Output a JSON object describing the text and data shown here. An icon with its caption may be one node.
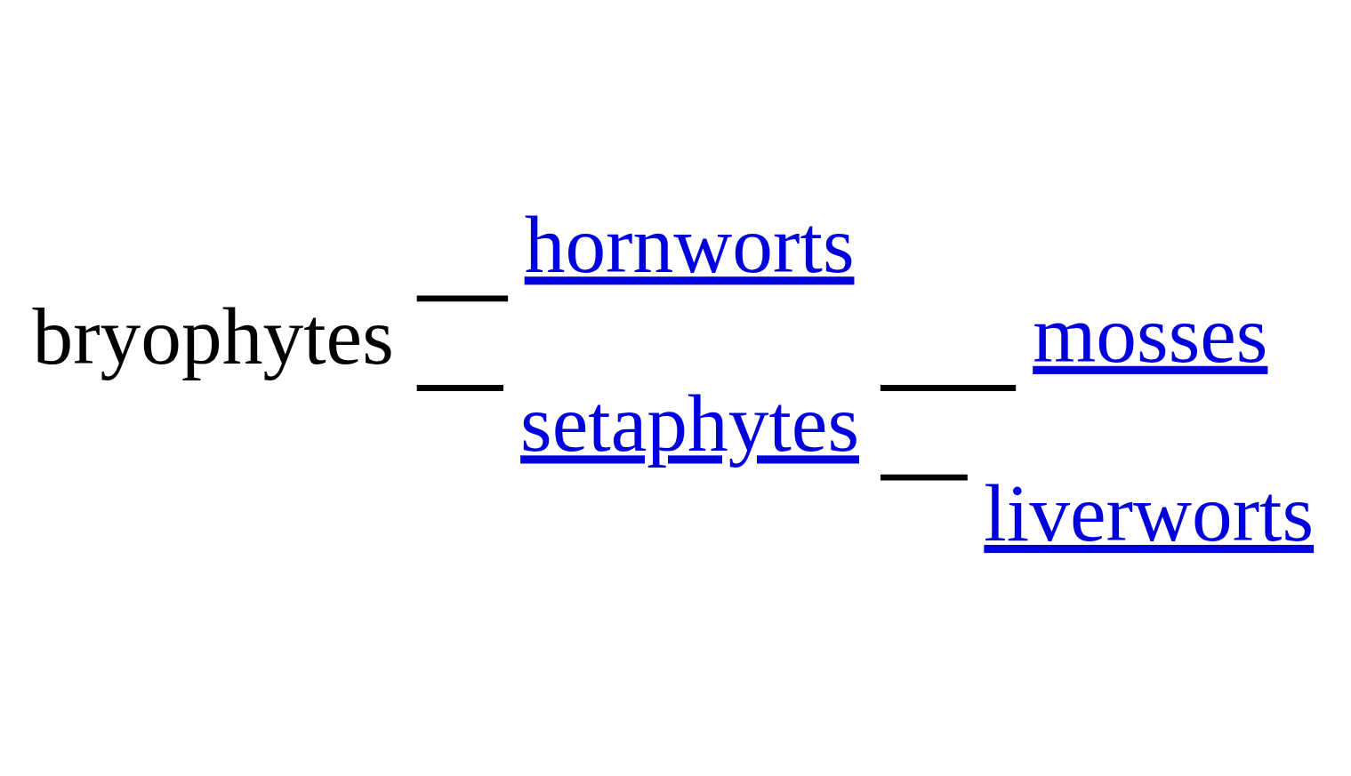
{
  "diagram": {
    "nodes": [
      {
        "text": [
          "bryophytes"
        ]
      },
      {
        "text": [
          "hornworts"
        ]
      },
      {
        "text": [
          "setaphytes"
        ]
      },
      {
        "text": [
          "mosses"
        ]
      },
      {
        "text": [
          "liverworts"
        ]
      }
    ],
    "edges": [
      {
        "from": 0,
        "to": 1,
        "arrow": "none"
      },
      {
        "from": 0,
        "to": 2,
        "arrow": "none"
      },
      {
        "from": 2,
        "to": 3,
        "arrow": "none"
      },
      {
        "from": 2,
        "to": 4,
        "arrow": "none"
      }
    ]
  }
}
